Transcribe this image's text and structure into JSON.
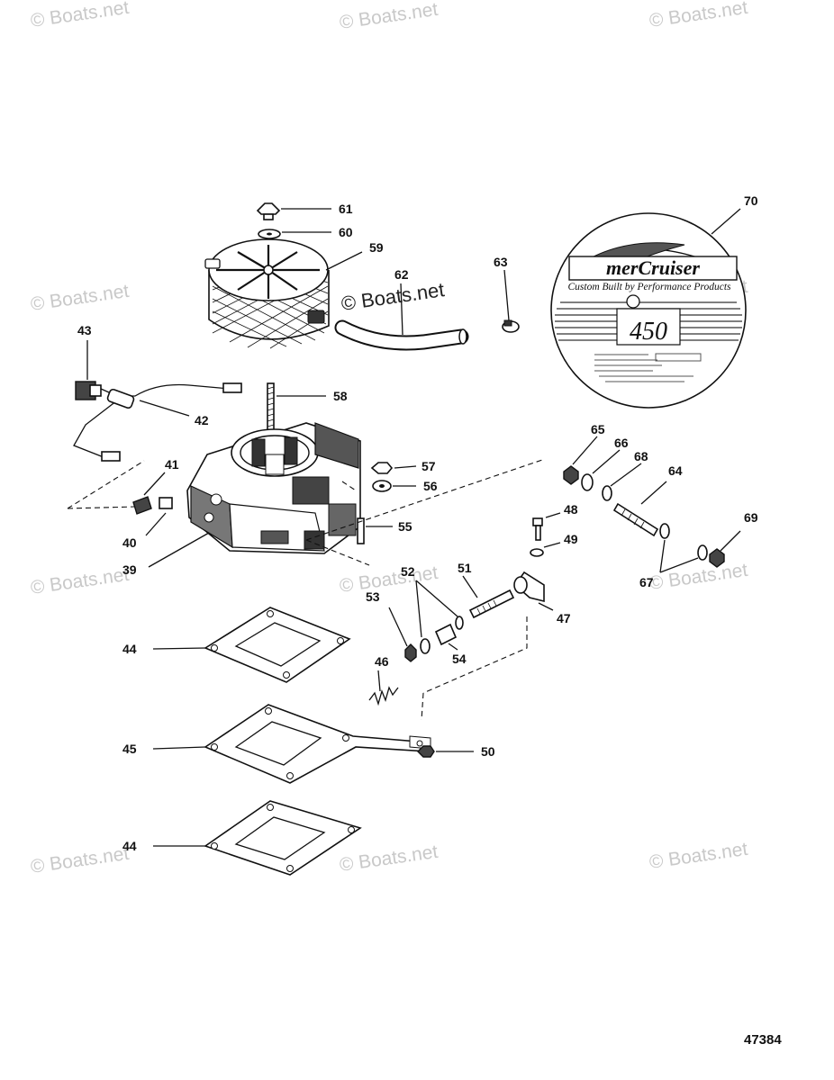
{
  "watermark": "© Boats.net",
  "figure_number": "47384",
  "decal": {
    "brand": "merCruiser",
    "tagline": "Custom Built by Performance Products",
    "model": "450"
  },
  "callouts": {
    "c39": "39",
    "c40": "40",
    "c41": "41",
    "c42": "42",
    "c43": "43",
    "c44a": "44",
    "c44b": "44",
    "c45": "45",
    "c46": "46",
    "c47": "47",
    "c48": "48",
    "c49": "49",
    "c50": "50",
    "c51": "51",
    "c52": "52",
    "c53": "53",
    "c54": "54",
    "c55": "55",
    "c56": "56",
    "c57": "57",
    "c58": "58",
    "c59": "59",
    "c60": "60",
    "c61": "61",
    "c62": "62",
    "c63": "63",
    "c64": "64",
    "c65": "65",
    "c66": "66",
    "c67": "67",
    "c68": "68",
    "c69": "69",
    "c70": "70"
  }
}
